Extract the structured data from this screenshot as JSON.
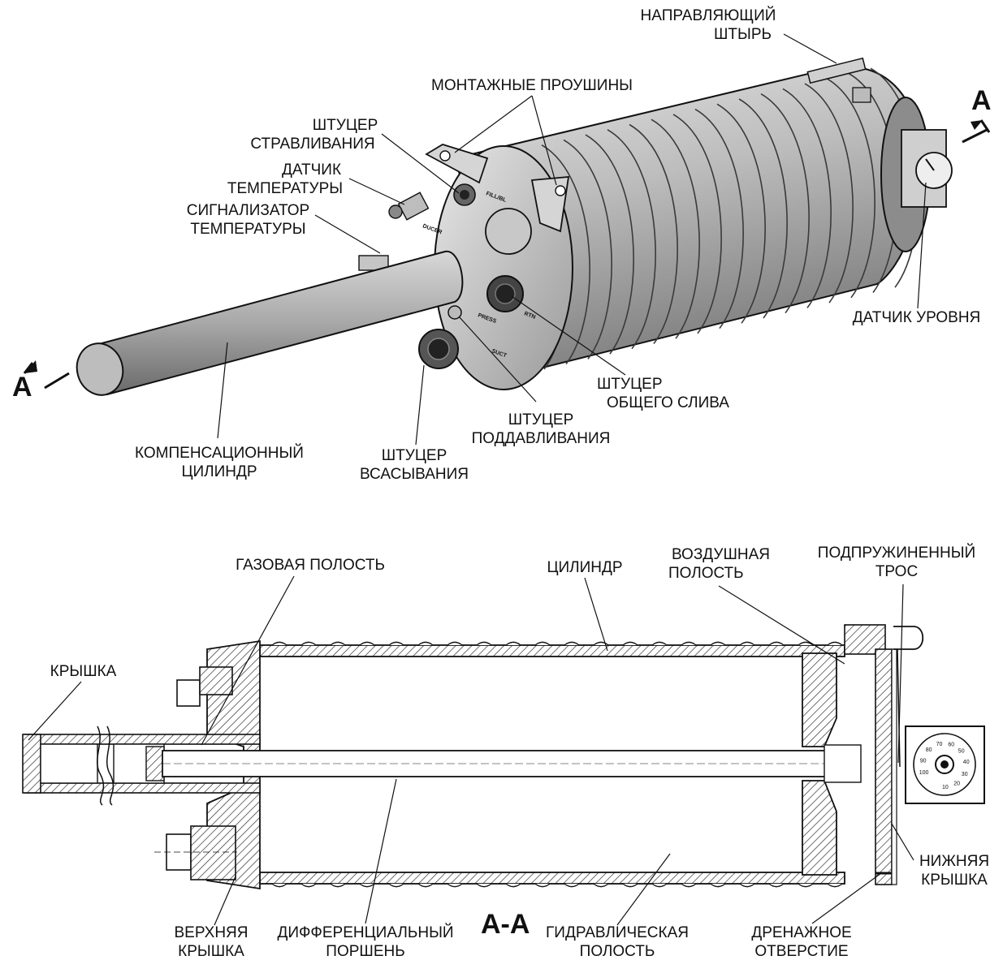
{
  "section_marker": "A",
  "section_title": "A-A",
  "labels": {
    "guide_pin": [
      "НАПРАВЛЯЮЩИЙ",
      "ШТЫРЬ"
    ],
    "mounting_lugs": [
      "МОНТАЖНЫЕ ПРОУШИНЫ"
    ],
    "bleed_fitting": [
      "ШТУЦЕР",
      "СТРАВЛИВАНИЯ"
    ],
    "temp_sensor": [
      "ДАТЧИК",
      "ТЕМПЕРАТУРЫ"
    ],
    "temp_indicator": [
      "СИГНАЛИЗАТОР",
      "ТЕМПЕРАТУРЫ"
    ],
    "level_sensor": [
      "ДАТЧИК УРОВНЯ"
    ],
    "common_drain": [
      "ШТУЦЕР",
      "ОБЩЕГО СЛИВА"
    ],
    "pressurization": [
      "ШТУЦЕР",
      "ПОДДАВЛИВАНИЯ"
    ],
    "suction": [
      "ШТУЦЕР",
      "ВСАСЫВАНИЯ"
    ],
    "compensation_cylinder": [
      "КОМПЕНСАЦИОННЫЙ",
      "ЦИЛИНДР"
    ],
    "gas_cavity": [
      "ГАЗОВАЯ ПОЛОСТЬ"
    ],
    "cylinder": [
      "ЦИЛИНДР"
    ],
    "air_cavity": [
      "ВОЗДУШНАЯ",
      "ПОЛОСТЬ"
    ],
    "spring_cable": [
      "ПОДПРУЖИНЕННЫЙ",
      "ТРОС"
    ],
    "cover": [
      "КРЫШКА"
    ],
    "lower_cover": [
      "НИЖНЯЯ",
      "КРЫШКА"
    ],
    "upper_cover": [
      "ВЕРХНЯЯ",
      "КРЫШКА"
    ],
    "diff_piston": [
      "ДИФФЕРЕНЦИАЛЬНЫЙ",
      "ПОРШЕНЬ"
    ],
    "hydraulic_cavity": [
      "ГИДРАВЛИЧЕСКАЯ",
      "ПОЛОСТЬ"
    ],
    "drain_hole": [
      "ДРЕНАЖНОЕ",
      "ОТВЕРСТИЕ"
    ]
  },
  "port_markings": [
    "FILL/BL",
    "DUCER",
    "PRESS",
    "RTN",
    "SUCT"
  ],
  "gauge_ticks": [
    "100",
    "90",
    "80",
    "70",
    "60",
    "50",
    "40",
    "30",
    "20",
    "10"
  ],
  "colors": {
    "body_light": "#cfcfcf",
    "body_mid": "#a9a9a9",
    "body_dark": "#6f6f6f",
    "line": "#111111",
    "hatch": "#333333"
  }
}
